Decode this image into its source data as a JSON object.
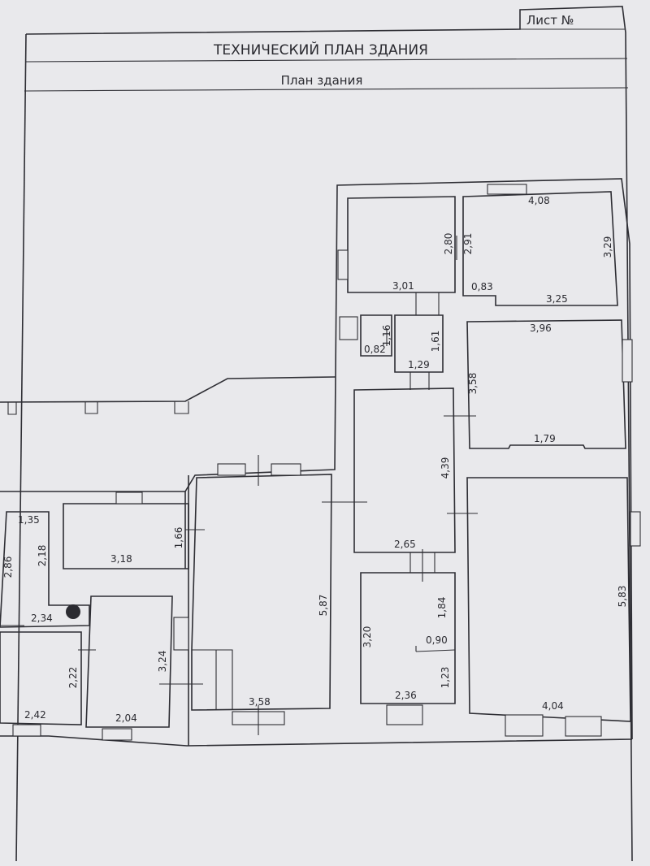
{
  "sheet_label": "Лист №",
  "title": "ТЕХНИЧЕСКИЙ ПЛАН ЗДАНИЯ",
  "subtitle": "План здания",
  "dimensions": [
    "4,08",
    "2,80",
    "2,91",
    "3,29",
    "3,01",
    "0,83",
    "3,25",
    "1,16",
    "0,82",
    "1,61",
    "1,29",
    "3,96",
    "3,58",
    "1,79",
    "4,39",
    "2,65",
    "1,35",
    "1,66",
    "2,86",
    "2,18",
    "3,18",
    "5,87",
    "2,34",
    "2,22",
    "3,24",
    "3,20",
    "1,84",
    "0,90",
    "5,83",
    "1,23",
    "2,42",
    "2,04",
    "3,58",
    "2,36",
    "4,04"
  ]
}
